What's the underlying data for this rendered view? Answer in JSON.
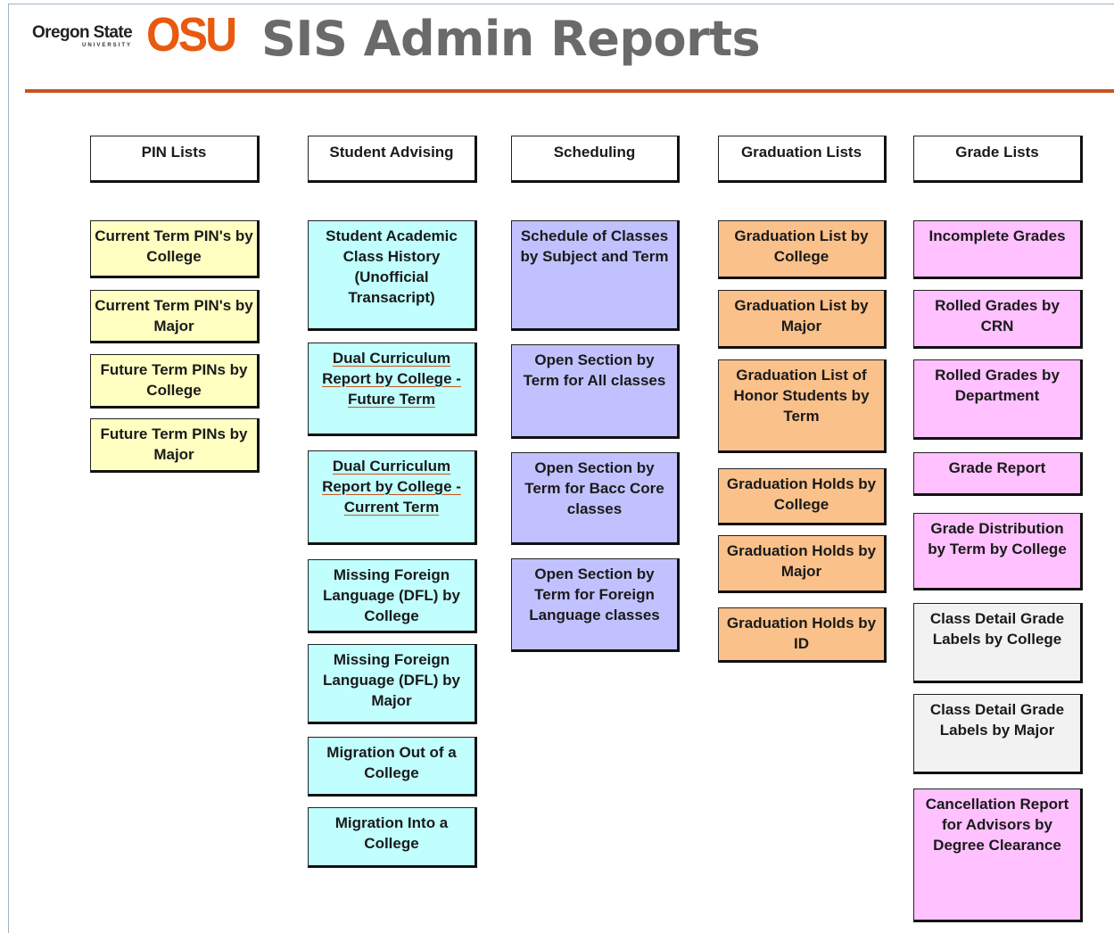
{
  "header": {
    "logo_word": "Oregon State",
    "logo_university": "UNIVERSITY",
    "logo_mark": "OSU",
    "title": "SIS Admin Reports"
  },
  "columns": [
    {
      "name": "PIN Lists",
      "color": "#ffffc1",
      "items": [
        "Current Term PIN's by College",
        "Current Term PIN's by Major",
        "Future Term PINs by College",
        "Future Term PINs by Major"
      ]
    },
    {
      "name": "Student Advising",
      "color": "#c1ffff",
      "items": [
        "Student Academic Class History (Unofficial Transacript)",
        "Dual Curriculum Report by College - Future Term",
        "Dual Curriculum Report by College - Current Term",
        "Missing Foreign Language (DFL) by College",
        "Missing Foreign Language (DFL) by Major",
        "Migration Out of a College",
        "Migration Into a College"
      ]
    },
    {
      "name": "Scheduling",
      "color": "#c1c1ff",
      "items": [
        "Schedule of Classes by Subject and Term",
        "Open Section by Term for All classes",
        "Open Section by Term for Bacc Core classes",
        "Open Section by Term for Foreign Language classes"
      ]
    },
    {
      "name": "Graduation Lists",
      "color": "#fbc18b",
      "items": [
        "Graduation List by College",
        "Graduation List by Major",
        "Graduation List of Honor Students by Term",
        "Graduation Holds by College",
        "Graduation Holds by Major",
        "Graduation Holds by ID"
      ]
    },
    {
      "name": "Grade Lists",
      "color": "#ffc1ff",
      "items": [
        "Incomplete Grades",
        "Rolled Grades by CRN",
        "Rolled Grades by Department",
        "Grade Report",
        "Grade Distribution by Term by College",
        "Class Detail Grade Labels by College",
        "Class Detail Grade Labels by Major",
        "Cancellation Report for Advisors by Degree Clearance"
      ]
    }
  ]
}
